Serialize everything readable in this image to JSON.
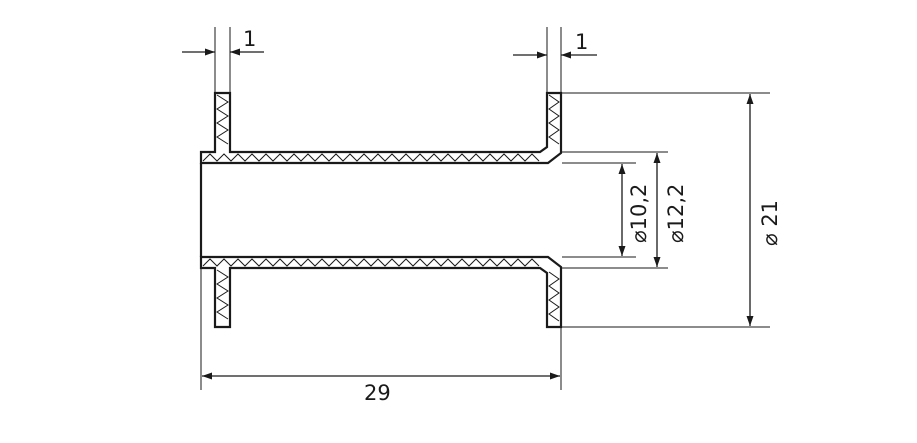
{
  "dimensions": {
    "left_flange_thickness": "1",
    "right_flange_thickness": "1",
    "overall_length": "29",
    "inner_diameter": "⌀10,2",
    "outer_tube_diameter": "⌀12,2",
    "flange_diameter": "⌀ 21"
  }
}
